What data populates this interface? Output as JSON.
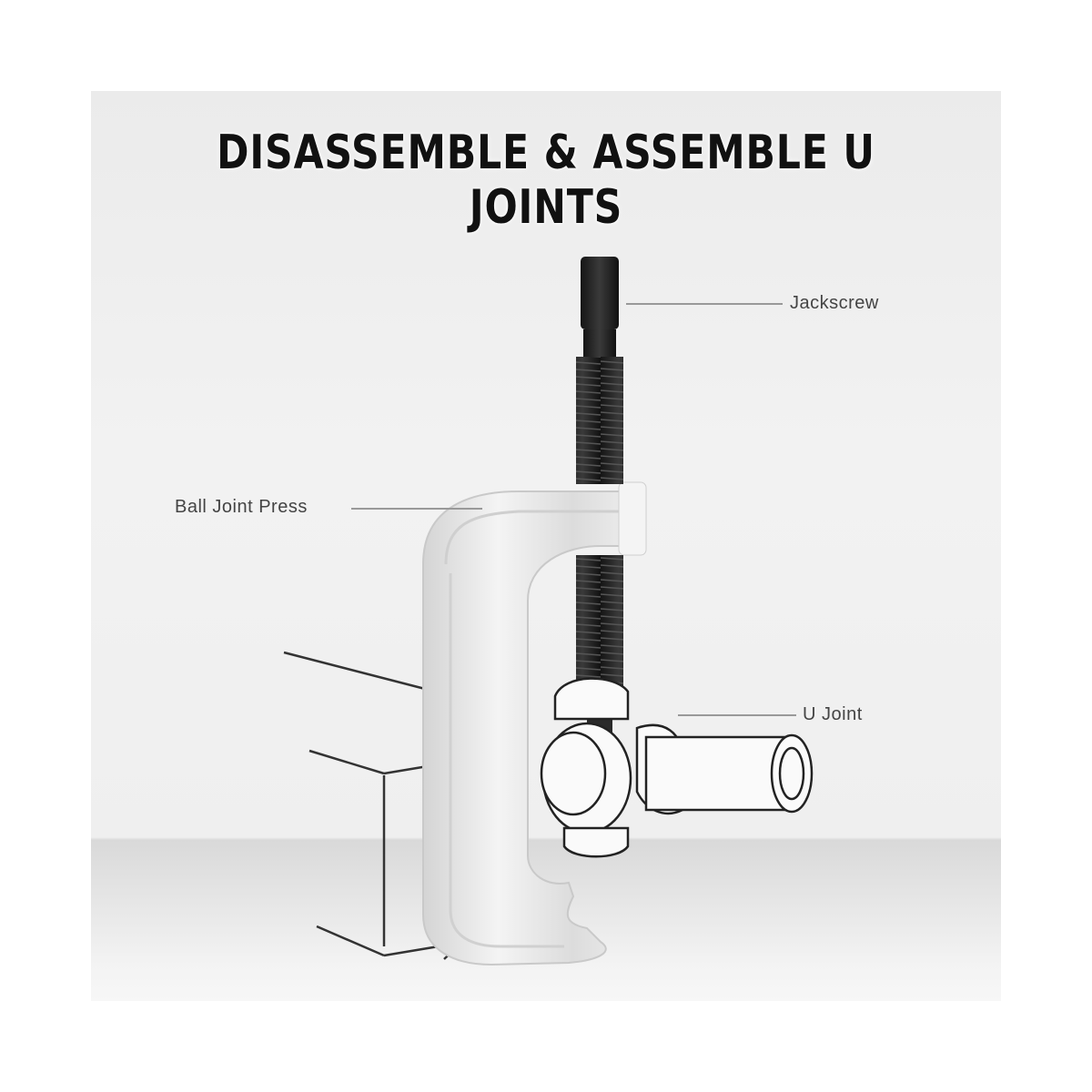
{
  "title": "DISASSEMBLE & ASSEMBLE U JOINTS",
  "callouts": {
    "jackscrew": "Jackscrew",
    "ball_joint_press": "Ball Joint Press",
    "u_joint": "U Joint"
  },
  "colors": {
    "background": "#ffffff",
    "panel": "#efefef",
    "title": "#111111",
    "label_text": "#444444",
    "leader_line": "#999999",
    "jackscrew": "#222222",
    "press_body": "#e6e6e6"
  }
}
